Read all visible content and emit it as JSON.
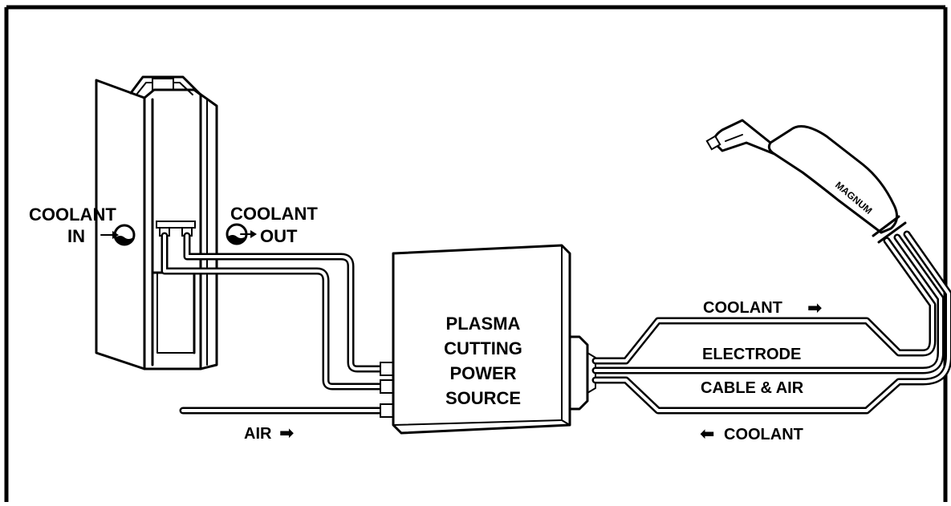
{
  "diagram": {
    "labels": {
      "coolant_in_line1": "COOLANT",
      "coolant_in_line2": "IN",
      "coolant_out_line1": "COOLANT",
      "coolant_out_line2": "OUT",
      "power_source_line1": "PLASMA",
      "power_source_line2": "CUTTING",
      "power_source_line3": "POWER",
      "power_source_line4": "SOURCE",
      "air": "AIR",
      "coolant_top": "COOLANT",
      "electrode": "ELECTRODE",
      "cable_air": "CABLE & AIR",
      "coolant_bottom": "COOLANT",
      "torch_brand": "MAGNUM"
    },
    "arrows": {
      "air": "➡",
      "coolant_top": "➡",
      "coolant_bottom": "⬅"
    }
  }
}
